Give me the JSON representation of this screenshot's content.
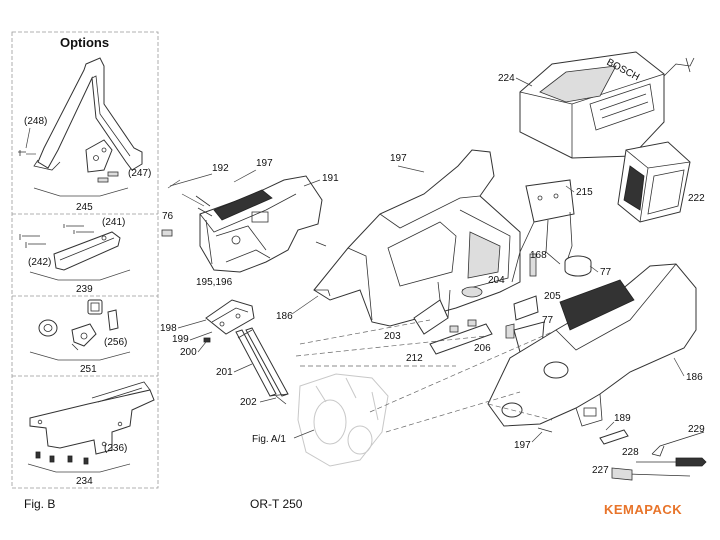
{
  "options_title": "Options",
  "fig_b": "Fig. B",
  "model": "OR-T 250",
  "brand": "KEMAPACK",
  "fig_a": "Fig. A/1",
  "options_labels": {
    "l248": "(248)",
    "l247": "(247)",
    "l245": "245",
    "l241": "(241)",
    "l242": "(242)",
    "l239": "239",
    "l256": "(256)",
    "l251": "251",
    "l236": "(236)",
    "l234": "234"
  },
  "part_labels": {
    "p192": "192",
    "p197a": "197",
    "p191": "191",
    "p76": "76",
    "p195": "195,196",
    "p186a": "186",
    "p197b": "197",
    "p224": "224",
    "p215": "215",
    "p222": "222",
    "p204": "204",
    "p168": "168",
    "p77a": "77",
    "p205": "205",
    "p77b": "77",
    "p198": "198",
    "p199": "199",
    "p200": "200",
    "p203": "203",
    "p212": "212",
    "p206": "206",
    "p186b": "186",
    "p201": "201",
    "p202": "202",
    "p189": "189",
    "p197c": "197",
    "p229": "229",
    "p228": "228",
    "p227": "227"
  }
}
